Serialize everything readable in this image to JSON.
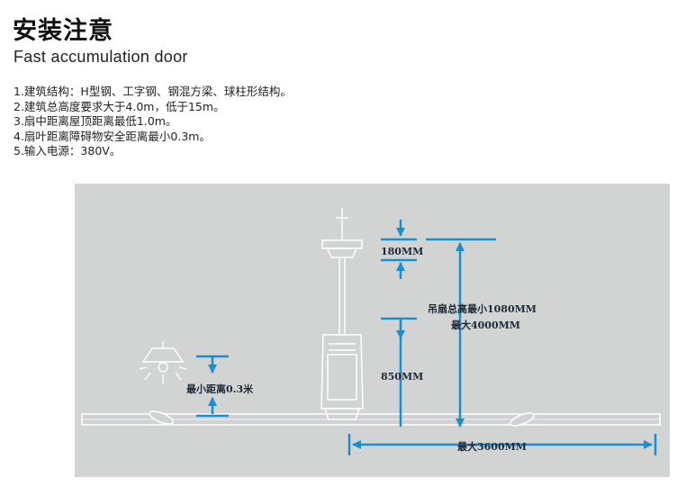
{
  "header": {
    "title": "安装注意",
    "subtitle": "Fast accumulation door"
  },
  "notes": [
    "1.建筑结构：H型钢、工字钢、钢混方梁、球柱形结构。",
    "2.建筑总高度要求大于4.0m，低于15m。",
    "3.扇中距离屋顶距离最低1.0m。",
    "4.扇叶距离障碍物安全距离最小0.3m。",
    "5.输入电源：380V。"
  ],
  "diagram": {
    "label_180": "180MM",
    "label_total_line1": "吊扇总高最小1080MM",
    "label_total_line2": "最大4000MM",
    "label_850": "850MM",
    "label_min_distance": "最小距离0.3米",
    "label_span": "最大3600MM",
    "colors": {
      "arrow": "#1a8fd0",
      "outline": "#ffffff",
      "background": "#d2d3d3"
    }
  }
}
